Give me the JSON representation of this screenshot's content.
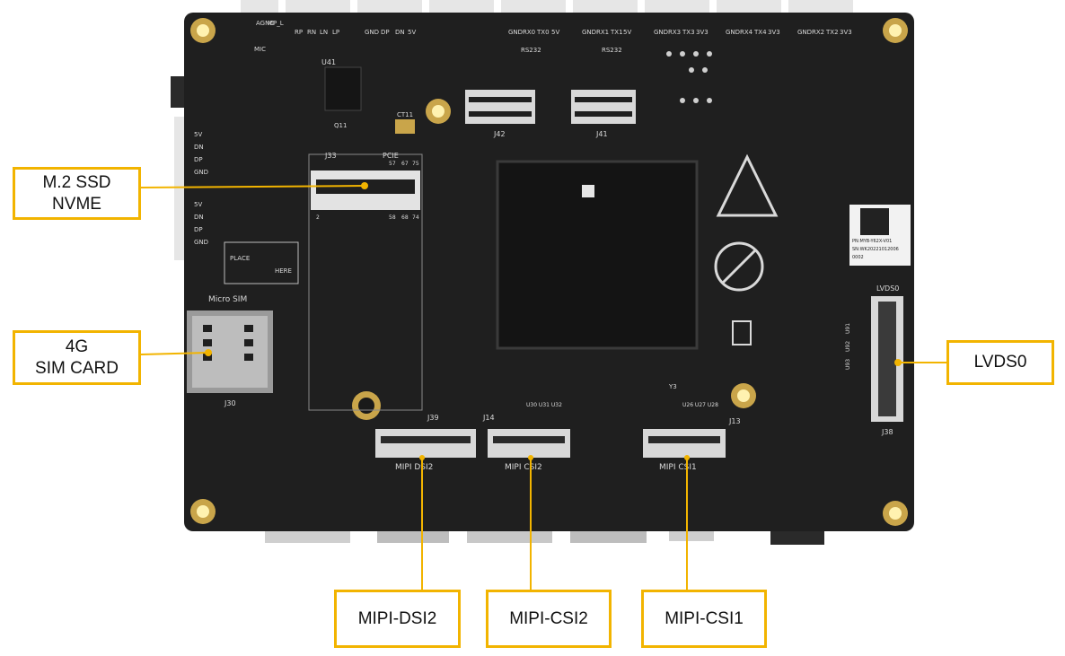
{
  "callouts": {
    "m2": "M.2 SSD\nNVME",
    "sim": "4G\nSIM CARD",
    "lvds": "LVDS0",
    "dsi2": "MIPI-DSI2",
    "csi2": "MIPI-CSI2",
    "csi1": "MIPI-CSI1"
  },
  "silkscreen": {
    "mic": "MIC",
    "agnd": "AGND",
    "mic_pin": "MP_L",
    "spk_pins": [
      "RP",
      "RN",
      "LN",
      "LP"
    ],
    "usb_pins": [
      "GND",
      "DP",
      "DN",
      "5V"
    ],
    "uart0_pins": [
      "GND",
      "RX0",
      "TX0",
      "5V"
    ],
    "uart1_pins": [
      "GND",
      "RX1",
      "TX1",
      "5V"
    ],
    "uart3_pins": [
      "GND",
      "RX3",
      "TX3",
      "3V3"
    ],
    "uart4_pins": [
      "GND",
      "RX4",
      "TX4",
      "3V3"
    ],
    "uart2_pins": [
      "GND",
      "RX2",
      "TX2",
      "3V3"
    ],
    "rs232_a": "RS232",
    "rs232_b": "RS232",
    "left_usb_a": [
      "5V",
      "DN",
      "DP",
      "GND"
    ],
    "left_usb_b": [
      "5V",
      "DN",
      "DP",
      "GND"
    ],
    "u41": "U41",
    "q11": "Q11",
    "ct11": "CT11",
    "j33": "J33",
    "pcie": "PCIE",
    "j42": "J42",
    "j41": "J41",
    "place": "PLACE",
    "here": "HERE",
    "micro_sim": "Micro SIM",
    "j30": "J30",
    "j39": "J39",
    "j14": "J14",
    "j13": "J13",
    "j38": "J38",
    "lvds0": "LVDS0",
    "y3": "Y3",
    "u30_32": "U30 U31 U32",
    "u26_28": "U26 U27 U28",
    "u91": "U91",
    "u92": "U92",
    "u93": "U93",
    "mipi_dsi2": "MIPI DSI2",
    "mipi_csi2": "MIPI CSI2",
    "mipi_csi1": "MIPI CSI1",
    "m2_pins": [
      "2",
      "58",
      "68",
      "74"
    ],
    "m2_top_pins": [
      "57",
      "67",
      "75"
    ],
    "pn": "PN:MYB-Y62X-V01",
    "sn": "SN:WK20221012006",
    "batch": "0002"
  },
  "colors": {
    "accent": "#f2b400",
    "pcb": "#1f1f1f",
    "silkscreen": "#d9d9d9"
  }
}
